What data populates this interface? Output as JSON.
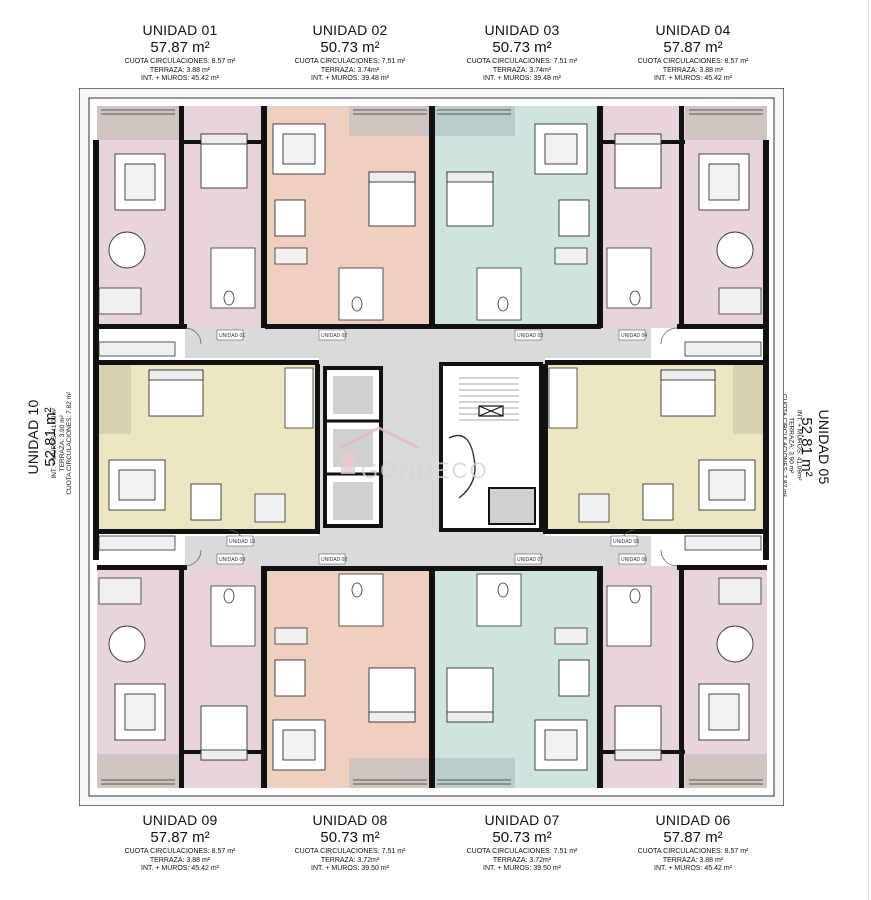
{
  "units_top": [
    {
      "name": "UNIDAD 01",
      "area": "57.87 m²",
      "cuota": "CUOTA CIRCULACIONES: 8.57 m²",
      "terraza": "TERRAZA: 3.88 m²",
      "interior": "INT. + MUROS: 45.42 m²"
    },
    {
      "name": "UNIDAD 02",
      "area": "50.73 m²",
      "cuota": "CUOTA CIRCULACIONES: 7.51 m²",
      "terraza": "TERRAZA: 3.74m²",
      "interior": "INT. + MUROS: 39.48 m²"
    },
    {
      "name": "UNIDAD 03",
      "area": "50.73 m²",
      "cuota": "CUOTA CIRCULACIONES: 7.51 m²",
      "terraza": "TERRAZA: 3.74m²",
      "interior": "INT. + MUROS: 39.48 m²"
    },
    {
      "name": "UNIDAD 04",
      "area": "57.87 m²",
      "cuota": "CUOTA CIRCULACIONES: 8.57 m²",
      "terraza": "TERRAZA: 3.88 m²",
      "interior": "INT. + MUROS: 45.42 m²"
    }
  ],
  "units_bottom": [
    {
      "name": "UNIDAD 09",
      "area": "57.87 m²",
      "cuota": "CUOTA CIRCULACIONES: 8.57 m²",
      "terraza": "TERRAZA: 3.88 m²",
      "interior": "INT. + MUROS: 45.42 m²"
    },
    {
      "name": "UNIDAD 08",
      "area": "50.73 m²",
      "cuota": "CUOTA CIRCULACIONES: 7.51 m²",
      "terraza": "TERRAZA: 3.72m²",
      "interior": "INT. + MUROS: 39.50 m²"
    },
    {
      "name": "UNIDAD 07",
      "area": "50.73 m²",
      "cuota": "CUOTA CIRCULACIONES: 7.51 m²",
      "terraza": "TERRAZA: 3.72m²",
      "interior": "INT. + MUROS: 39.50 m²"
    },
    {
      "name": "UNIDAD 06",
      "area": "57.87 m²",
      "cuota": "CUOTA CIRCULACIONES: 8.57 m²",
      "terraza": "TERRAZA: 3.88 m²",
      "interior": "INT. + MUROS: 45.42 m²"
    }
  ],
  "unit_left": {
    "name": "UNIDAD 10",
    "area": "52.81 m²",
    "interior": "INT. + MUROS: 41.09m²",
    "terraza": "TERRAZA: 3.90 m²",
    "cuota": "CUOTA CIRCULACIONES: 7.82 m²"
  },
  "unit_right": {
    "name": "UNIDAD 05",
    "area": "52.81 m²",
    "interior": "INT. + MUROS: 41.09m²",
    "terraza": "TERRAZA: 3.90 m²",
    "cuota": "CUOTA CIRCULACIONES: 7.82 m²"
  },
  "door_tags": {
    "top": [
      "UNIDAD 01",
      "UNIDAD 02",
      "UNIDAD 03",
      "UNIDAD 04"
    ],
    "bottom": [
      "UNIDAD 09",
      "UNIDAD 08",
      "UNIDAD 07",
      "UNIDAD 06"
    ],
    "left": "UNIDAD 10",
    "right": "UNIDAD 05"
  },
  "watermark": "GONDECO",
  "colors": {
    "unit_pink": "#e8d4dc",
    "unit_salmon": "#efcfbf",
    "unit_mint": "#cfe3df",
    "unit_yellow": "#ece6c2",
    "corridor": "#dadada",
    "wall": "#111111",
    "terrace": "#cfc4bf"
  }
}
